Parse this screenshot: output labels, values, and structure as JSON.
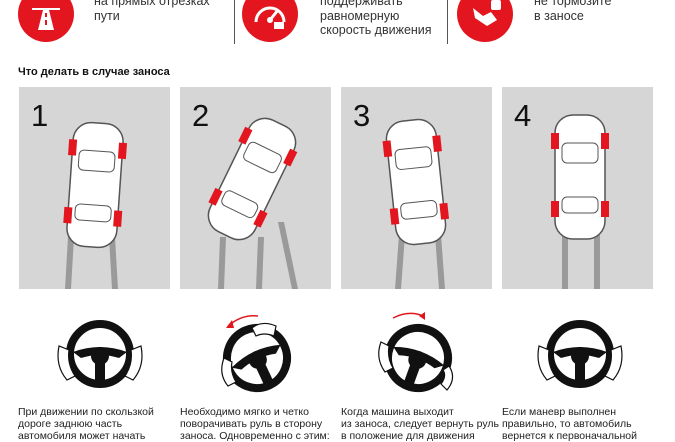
{
  "tips": [
    {
      "icon": "road-icon",
      "lines": [
        "на прямых отрезках",
        "пути"
      ]
    },
    {
      "icon": "speedometer-icon",
      "lines": [
        "поддерживать",
        "равномерную",
        "скорость движения"
      ]
    },
    {
      "icon": "brake-foot-icon",
      "lines": [
        "не тормозите",
        "в заносе"
      ]
    }
  ],
  "section_title": "Что делать в случае заноса",
  "steps": [
    {
      "number": "1",
      "caption": [
        "При движении по скользкой",
        "дороге заднюю часть",
        "автомобиля может начать"
      ]
    },
    {
      "number": "2",
      "caption": [
        "Необходимо мягко и четко",
        "поворачивать руль в сторону",
        "заноса. Одновременно с этим:"
      ]
    },
    {
      "number": "3",
      "caption": [
        "Когда машина выходит",
        "из заноса, следует вернуть руль",
        "в положение для движения"
      ]
    },
    {
      "number": "4",
      "caption": [
        "Если маневр выполнен",
        "правильно, то автомобиль",
        "вернется к первоначальной"
      ]
    }
  ],
  "colors": {
    "accent": "#e3161f",
    "panel": "#d6d6d6",
    "track": "#9a9a9a"
  }
}
